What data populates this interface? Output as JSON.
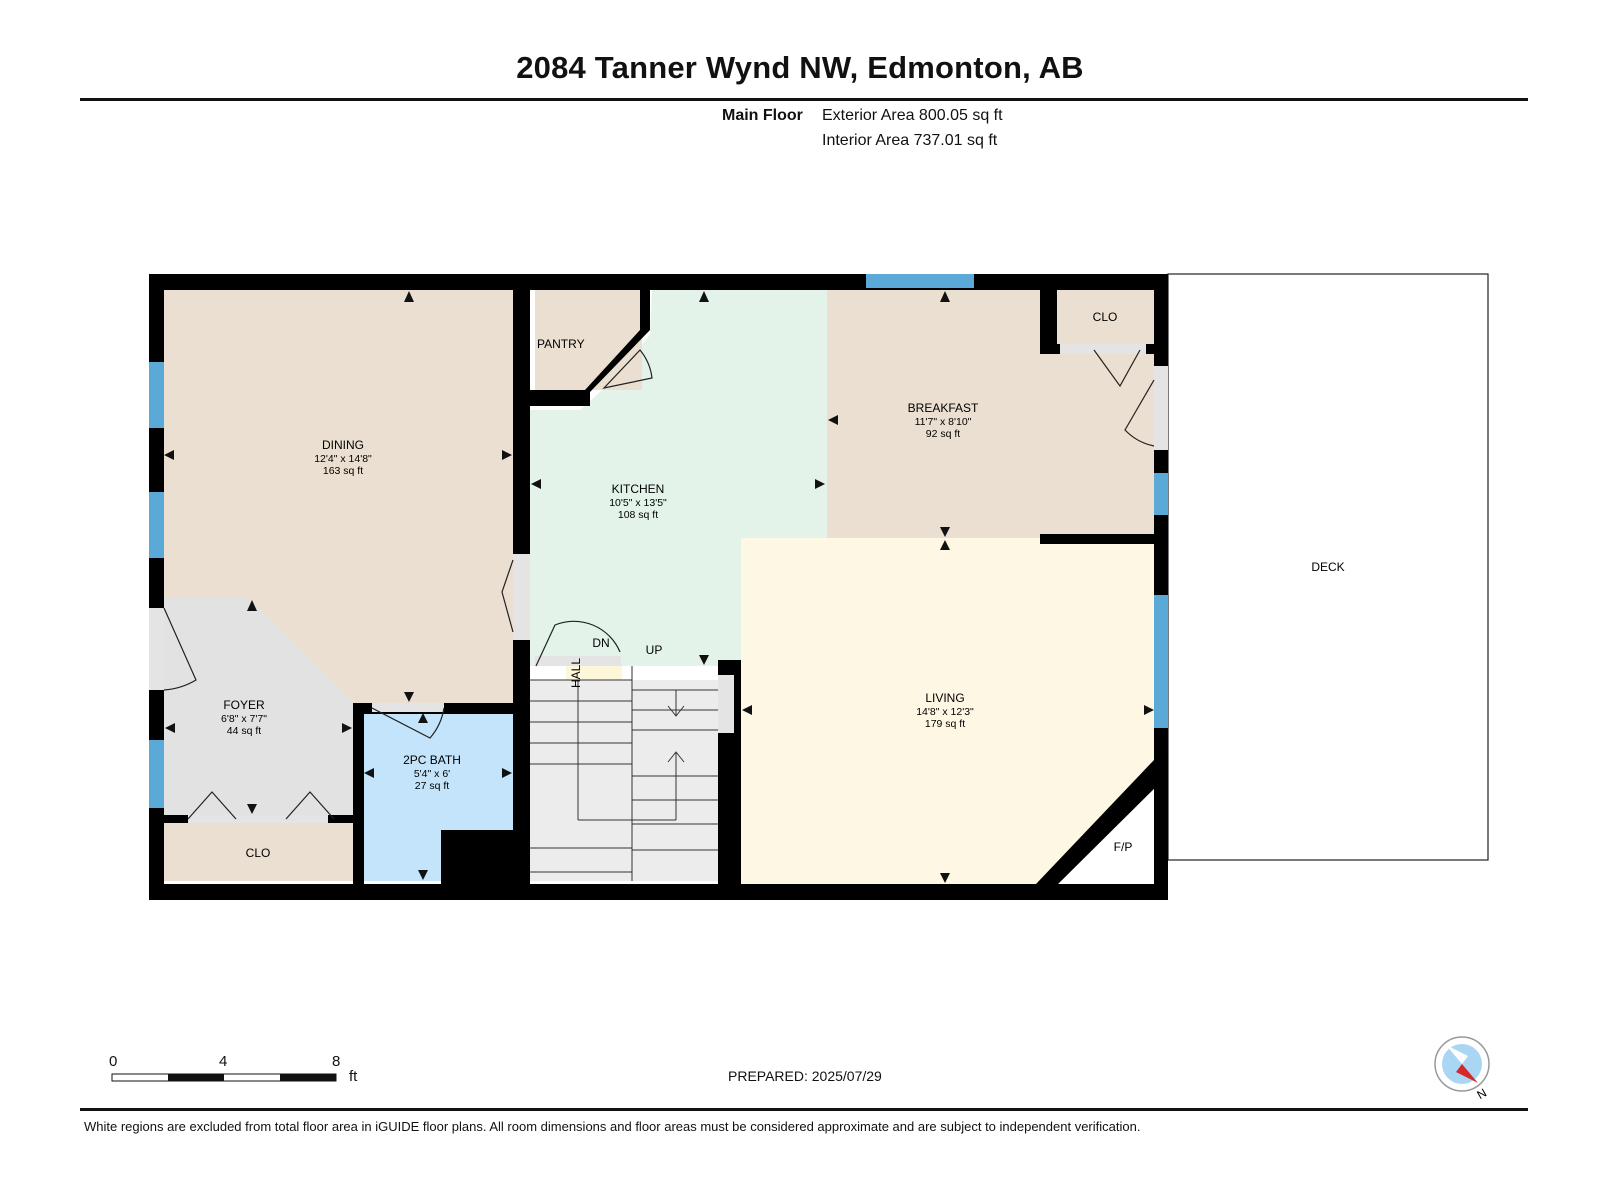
{
  "header": {
    "title": "2084 Tanner Wynd NW, Edmonton, AB"
  },
  "areas": {
    "floor_label": "Main Floor",
    "exterior": "Exterior Area 800.05 sq ft",
    "interior": "Interior Area 737.01 sq ft"
  },
  "rooms": {
    "dining": {
      "name": "DINING",
      "dims": "12'4\" x 14'8\"",
      "area": "163 sq ft"
    },
    "kitchen": {
      "name": "KITCHEN",
      "dims": "10'5\" x 13'5\"",
      "area": "108 sq ft"
    },
    "breakfast": {
      "name": "BREAKFAST",
      "dims": "11'7\" x 8'10\"",
      "area": "92 sq ft"
    },
    "living": {
      "name": "LIVING",
      "dims": "14'8\" x 12'3\"",
      "area": "179 sq ft"
    },
    "foyer": {
      "name": "FOYER",
      "dims": "6'8\" x 7'7\"",
      "area": "44 sq ft"
    },
    "bath": {
      "name": "2PC BATH",
      "dims": "5'4\" x 6'",
      "area": "27 sq ft"
    },
    "pantry": {
      "name": "PANTRY"
    },
    "clo_top": {
      "name": "CLO"
    },
    "clo_bottom": {
      "name": "CLO"
    },
    "hall": {
      "name": "HALL"
    },
    "fp": {
      "name": "F/P"
    },
    "deck": {
      "name": "DECK"
    },
    "stairs_dn": {
      "name": "DN"
    },
    "stairs_up": {
      "name": "UP"
    }
  },
  "scale": {
    "ticks": [
      "0",
      "4",
      "8"
    ],
    "unit": "ft"
  },
  "footer": {
    "prepared": "PREPARED: 2025/07/29",
    "disclaimer": "White regions are excluded from total floor area in iGUIDE floor plans. All room dimensions and floor areas must be considered approximate and are subject to independent verification."
  },
  "compass": {
    "label": "N"
  },
  "colors": {
    "wall": "#000000",
    "window": "#5aa9d6",
    "dining": "#eadfd0",
    "kitchen": "#e4f3ea",
    "breakfast": "#eadfd0",
    "living": "#fdf7e3",
    "foyer": "#e2e2e2",
    "bath": "#c3e4fa",
    "closet": "#eadfd0",
    "stairs": "#ececec",
    "hall": "#fdf6d8"
  }
}
